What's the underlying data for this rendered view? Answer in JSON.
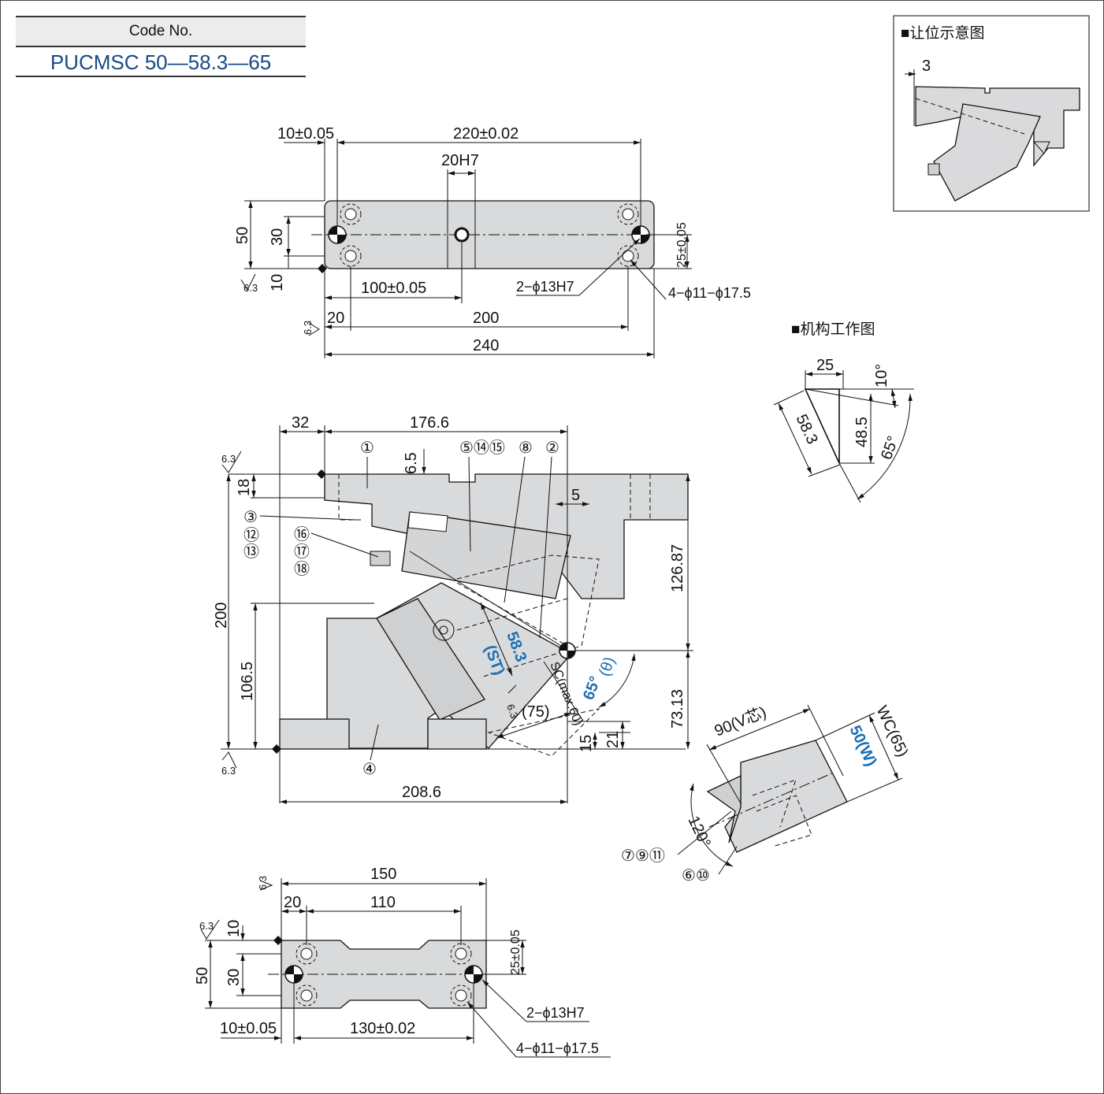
{
  "code": {
    "header": "Code No.",
    "value": "PUCMSC 50—58.3—65"
  },
  "titles": {
    "clearance": "■让位示意图",
    "mechanism": "■机构工作图"
  },
  "top_view": {
    "d_10": "10±0.05",
    "d_220": "220±0.02",
    "d_20h7": "20H7",
    "d_50": "50",
    "d_30": "30",
    "d_10b": "10",
    "d_100": "100±0.05",
    "d_25": "25±0.05",
    "d_20": "20",
    "d_200": "200",
    "d_240": "240",
    "hole_pin": "2−ϕ13H7",
    "hole_bolt": "4−ϕ11−ϕ17.5",
    "roughness": "6.3"
  },
  "side_view": {
    "d_32": "32",
    "d_176": "176.6",
    "d_6_5": "6.5",
    "d_18": "18",
    "d_5": "5",
    "d_200": "200",
    "d_106": "106.5",
    "d_126": "126.87",
    "d_73": "73.13",
    "d_15": "15",
    "d_21": "21",
    "d_208": "208.6",
    "d_75": "(75)",
    "sc": "SC(max.60)",
    "stroke": "58.3",
    "stroke_label": "(ST)",
    "angle": "65°",
    "angle_label": "(θ)",
    "roughness": "6.3",
    "balloons": {
      "b1": "①",
      "b2": "②",
      "b3": "③",
      "b4": "④",
      "b5": "⑤⑭⑮",
      "b8": "⑧",
      "b12": "⑫",
      "b13": "⑬",
      "b16": "⑯",
      "b17": "⑰",
      "b18": "⑱"
    }
  },
  "bottom_view": {
    "d_150": "150",
    "d_20": "20",
    "d_110": "110",
    "d_10": "10",
    "d_50": "50",
    "d_30": "30",
    "d_25": "25±0.05",
    "d_10b": "10±0.05",
    "d_130": "130±0.02",
    "hole_pin": "2−ϕ13H7",
    "hole_bolt": "4−ϕ11−ϕ17.5",
    "roughness": "6.3"
  },
  "clearance": {
    "d_3": "3"
  },
  "mechanism": {
    "d_25": "25",
    "d_10": "10°",
    "d_58": "58.3",
    "d_48": "48.5",
    "d_65": "65°"
  },
  "punch_view": {
    "d_90": "90(V芯)",
    "d_wc": "WC(65)",
    "d_50w": "50(W)",
    "d_120": "120°",
    "b_7911": "⑦⑨⑪",
    "b_610": "⑥⑩"
  }
}
